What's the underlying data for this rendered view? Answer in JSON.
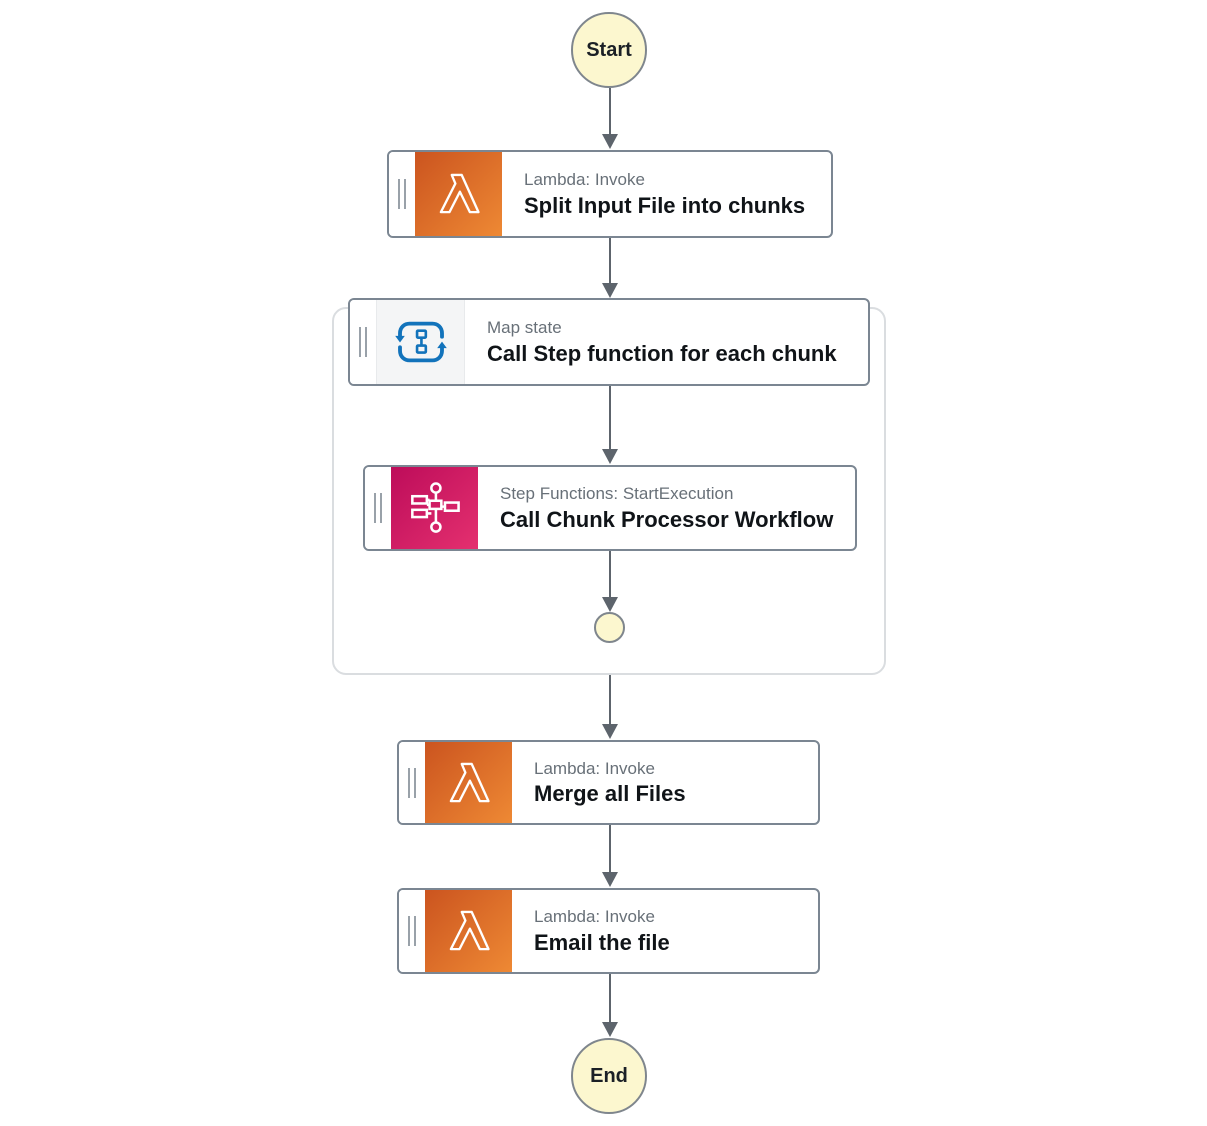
{
  "diagram": {
    "kind": "step-functions-workflow-graph",
    "background_color": "#ffffff",
    "arrow_color": "#5d646c",
    "box_border_color": "#7b8692",
    "terminal_fill_color": "#fcf7cf",
    "service_label_color": "#687078",
    "title_color": "#101418"
  },
  "nodes": {
    "start": {
      "label": "Start",
      "shape": "circle"
    },
    "split": {
      "service": "Lambda: Invoke",
      "title": "Split Input File into chunks",
      "icon": "lambda-icon",
      "icon_gradient": [
        "#cb541f",
        "#ee8934"
      ]
    },
    "map": {
      "service": "Map state",
      "title": "Call Step function for each chunk",
      "icon": "map-loop-icon",
      "icon_color": "#1273bb"
    },
    "chunk_processor": {
      "service": "Step Functions: StartExecution",
      "title": "Call Chunk Processor Workflow",
      "icon": "step-functions-icon",
      "icon_gradient": [
        "#bd0c5a",
        "#e4306f"
      ]
    },
    "iterator_end": {
      "label": "",
      "shape": "small-circle"
    },
    "merge": {
      "service": "Lambda: Invoke",
      "title": "Merge all Files",
      "icon": "lambda-icon",
      "icon_gradient": [
        "#cb541f",
        "#ee8934"
      ]
    },
    "email": {
      "service": "Lambda: Invoke",
      "title": "Email the file",
      "icon": "lambda-icon",
      "icon_gradient": [
        "#cb541f",
        "#ee8934"
      ]
    },
    "end": {
      "label": "End",
      "shape": "circle"
    }
  },
  "edges": [
    {
      "from": "start",
      "to": "split"
    },
    {
      "from": "split",
      "to": "map"
    },
    {
      "from": "map",
      "to": "chunk_processor"
    },
    {
      "from": "chunk_processor",
      "to": "iterator_end"
    },
    {
      "from": "map_container",
      "to": "merge"
    },
    {
      "from": "merge",
      "to": "email"
    },
    {
      "from": "email",
      "to": "end"
    }
  ]
}
